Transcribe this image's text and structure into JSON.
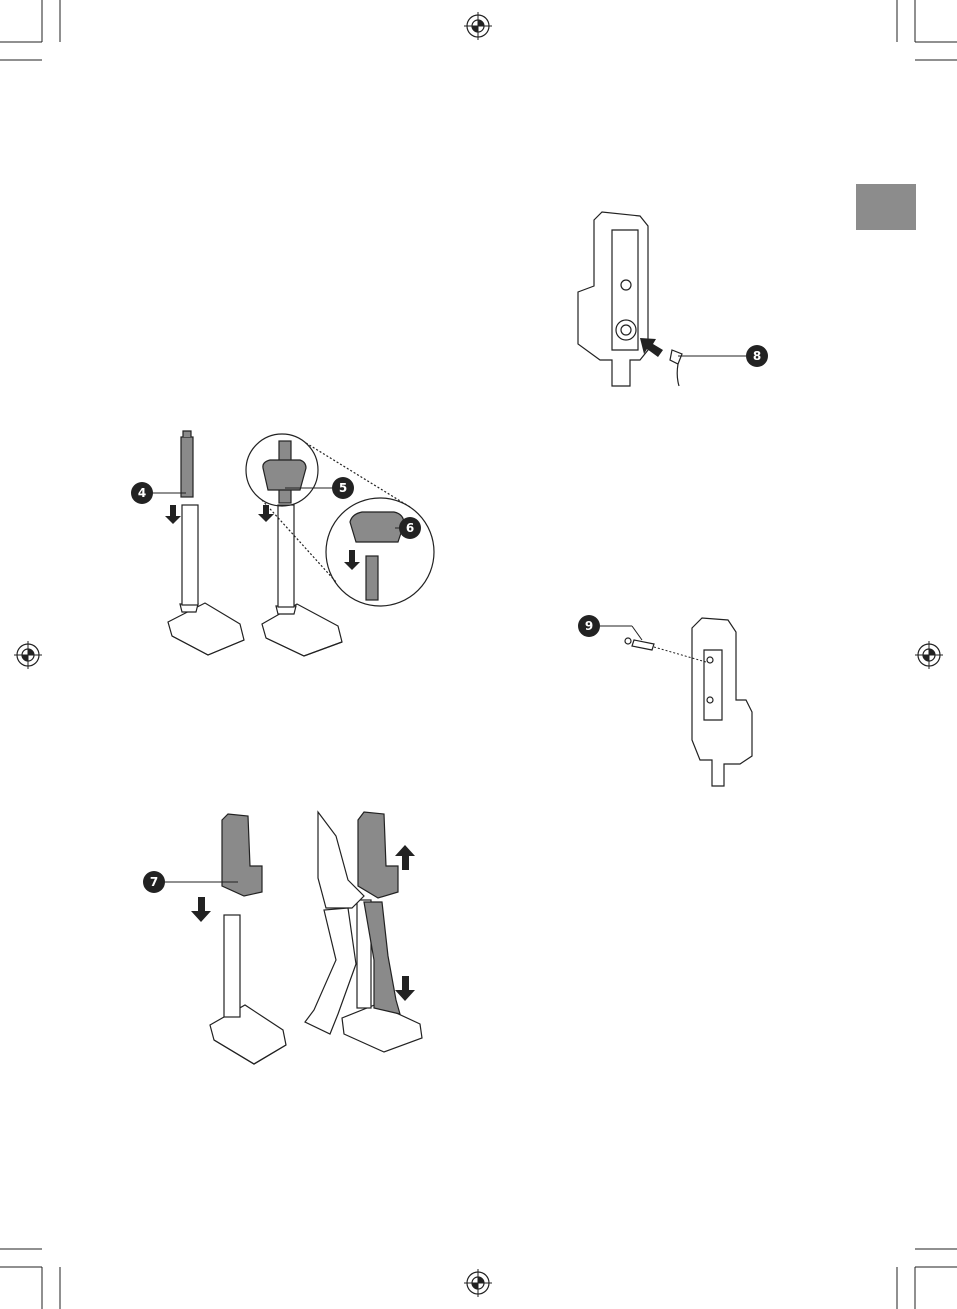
{
  "page": {
    "background": "#ffffff",
    "ink": "#222222",
    "part_fill": "#8a8a8a",
    "tab_color": "#8c8c8c"
  },
  "callouts": {
    "c4": "4",
    "c5": "5",
    "c6": "6",
    "c7": "7",
    "c8": "8",
    "c9": "9"
  },
  "icons": [
    "registration-mark-icon",
    "crop-mark-icon",
    "down-arrow-icon",
    "up-arrow-icon",
    "insert-arrow-icon"
  ]
}
